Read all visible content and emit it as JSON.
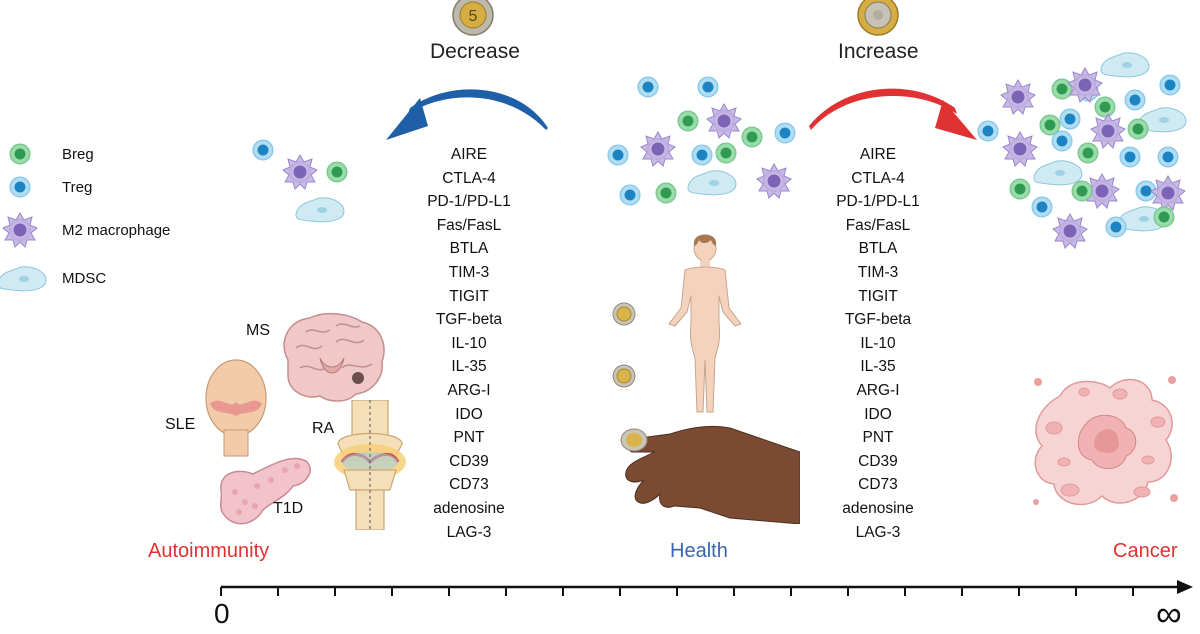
{
  "headings": {
    "decrease": "Decrease",
    "increase": "Increase"
  },
  "legend": [
    {
      "label": "Breg",
      "icon": "breg-cell-icon"
    },
    {
      "label": "Treg",
      "icon": "treg-cell-icon"
    },
    {
      "label": "M2 macrophage",
      "icon": "m2-macrophage-icon"
    },
    {
      "label": "MDSC",
      "icon": "mdsc-cell-icon"
    }
  ],
  "molecules_left": [
    "AIRE",
    "CTLA-4",
    "PD-1/PD-L1",
    "Fas/FasL",
    "BTLA",
    "TIM-3",
    "TIGIT",
    "TGF-beta",
    "IL-10",
    "IL-35",
    "ARG-I",
    "IDO",
    "PNT",
    "CD39",
    "CD73",
    "adenosine",
    "LAG-3"
  ],
  "molecules_right": [
    "AIRE",
    "CTLA-4",
    "PD-1/PD-L1",
    "Fas/FasL",
    "BTLA",
    "TIM-3",
    "TIGIT",
    "TGF-beta",
    "IL-10",
    "IL-35",
    "ARG-I",
    "IDO",
    "PNT",
    "CD39",
    "CD73",
    "adenosine",
    "LAG-3"
  ],
  "organs": {
    "ms": "MS",
    "sle": "SLE",
    "ra": "RA",
    "t1d": "T1D"
  },
  "regions": {
    "autoimmunity": "Autoimmunity",
    "health": "Health",
    "cancer": "Cancer"
  },
  "axis": {
    "start": "0",
    "end": "∞"
  },
  "colors": {
    "breg": "#3aa85c",
    "treg": "#2596cf",
    "m2": "#8b6fbf",
    "mdsc": "#b8e0ea",
    "decrease_arrow": "#1f5fa8",
    "increase_arrow": "#e03232",
    "autoimmunity_text": "#e03232",
    "health_text": "#3a64b0",
    "cancer_text": "#e03232"
  }
}
